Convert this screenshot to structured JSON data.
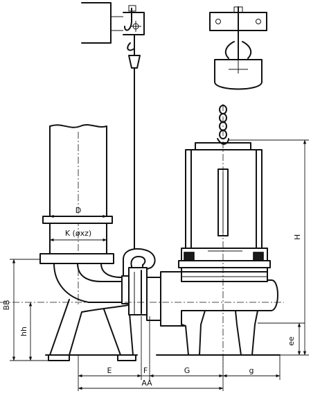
{
  "diagram": {
    "dimension_labels": {
      "D": "D",
      "K": "K (øxz)",
      "H": "H",
      "BB": "BB",
      "hh": "hh",
      "ee": "ee",
      "E": "E",
      "F": "F",
      "G": "G",
      "g": "g",
      "AA": "AA"
    }
  }
}
